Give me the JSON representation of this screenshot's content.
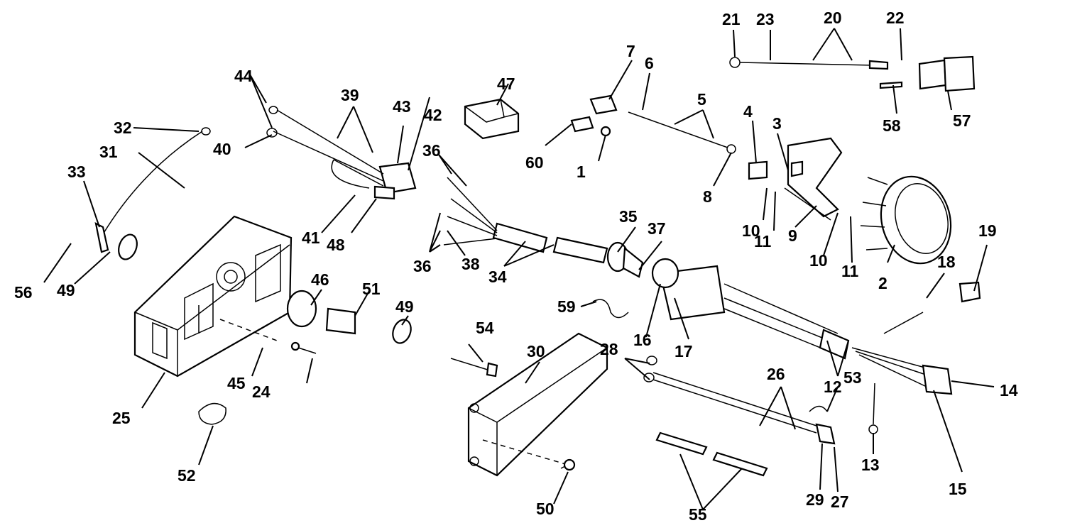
{
  "colors": {
    "ink": "#000000",
    "background": "#ffffff"
  },
  "callouts": [
    {
      "id": "c1",
      "label": "1"
    },
    {
      "id": "c2",
      "label": "2"
    },
    {
      "id": "c3",
      "label": "3"
    },
    {
      "id": "c4",
      "label": "4"
    },
    {
      "id": "c5",
      "label": "5"
    },
    {
      "id": "c6",
      "label": "6"
    },
    {
      "id": "c7",
      "label": "7"
    },
    {
      "id": "c8",
      "label": "8"
    },
    {
      "id": "c9",
      "label": "9"
    },
    {
      "id": "c10a",
      "label": "10"
    },
    {
      "id": "c10b",
      "label": "10"
    },
    {
      "id": "c11a",
      "label": "11"
    },
    {
      "id": "c11b",
      "label": "11"
    },
    {
      "id": "c12",
      "label": "12"
    },
    {
      "id": "c13",
      "label": "13"
    },
    {
      "id": "c14",
      "label": "14"
    },
    {
      "id": "c15",
      "label": "15"
    },
    {
      "id": "c16",
      "label": "16"
    },
    {
      "id": "c17",
      "label": "17"
    },
    {
      "id": "c18",
      "label": "18"
    },
    {
      "id": "c19",
      "label": "19"
    },
    {
      "id": "c20",
      "label": "20"
    },
    {
      "id": "c21",
      "label": "21"
    },
    {
      "id": "c22",
      "label": "22"
    },
    {
      "id": "c23",
      "label": "23"
    },
    {
      "id": "c24",
      "label": "24"
    },
    {
      "id": "c25",
      "label": "25"
    },
    {
      "id": "c26",
      "label": "26"
    },
    {
      "id": "c27",
      "label": "27"
    },
    {
      "id": "c28",
      "label": "28"
    },
    {
      "id": "c29",
      "label": "29"
    },
    {
      "id": "c30",
      "label": "30"
    },
    {
      "id": "c31",
      "label": "31"
    },
    {
      "id": "c32",
      "label": "32"
    },
    {
      "id": "c33",
      "label": "33"
    },
    {
      "id": "c34",
      "label": "34"
    },
    {
      "id": "c35",
      "label": "35"
    },
    {
      "id": "c36a",
      "label": "36"
    },
    {
      "id": "c36b",
      "label": "36"
    },
    {
      "id": "c37",
      "label": "37"
    },
    {
      "id": "c38",
      "label": "38"
    },
    {
      "id": "c39",
      "label": "39"
    },
    {
      "id": "c40",
      "label": "40"
    },
    {
      "id": "c41",
      "label": "41"
    },
    {
      "id": "c42",
      "label": "42"
    },
    {
      "id": "c43",
      "label": "43"
    },
    {
      "id": "c44",
      "label": "44"
    },
    {
      "id": "c45",
      "label": "45"
    },
    {
      "id": "c46",
      "label": "46"
    },
    {
      "id": "c47",
      "label": "47"
    },
    {
      "id": "c48",
      "label": "48"
    },
    {
      "id": "c49a",
      "label": "49"
    },
    {
      "id": "c49b",
      "label": "49"
    },
    {
      "id": "c50",
      "label": "50"
    },
    {
      "id": "c51",
      "label": "51"
    },
    {
      "id": "c52",
      "label": "52"
    },
    {
      "id": "c53",
      "label": "53"
    },
    {
      "id": "c54",
      "label": "54"
    },
    {
      "id": "c55",
      "label": "55"
    },
    {
      "id": "c56",
      "label": "56"
    },
    {
      "id": "c57",
      "label": "57"
    },
    {
      "id": "c58",
      "label": "58"
    },
    {
      "id": "c59",
      "label": "59"
    },
    {
      "id": "c60",
      "label": "60"
    }
  ]
}
